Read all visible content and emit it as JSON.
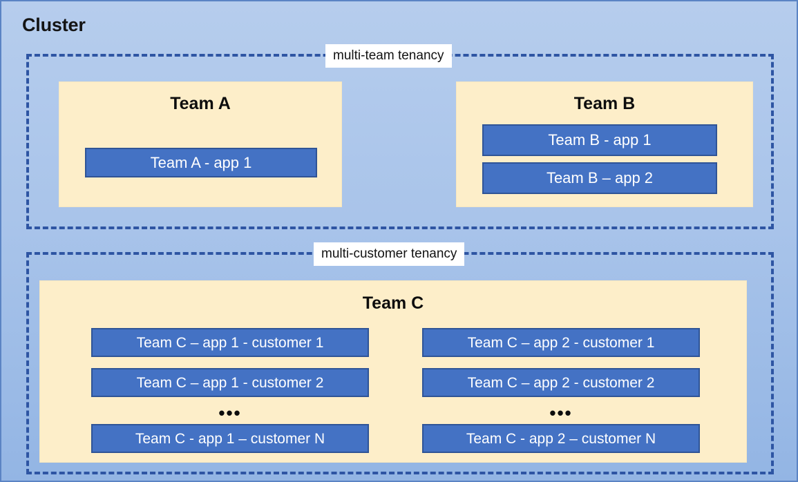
{
  "diagram": {
    "title": "Cluster",
    "zones": [
      {
        "id": "multi-team",
        "label": "multi-team tenancy"
      },
      {
        "id": "multi-customer",
        "label": "multi-customer tenancy"
      }
    ],
    "teams": [
      {
        "id": "team-a",
        "title": "Team A",
        "apps": [
          "Team A - app 1"
        ]
      },
      {
        "id": "team-b",
        "title": "Team B",
        "apps": [
          "Team B - app 1",
          "Team B – app 2"
        ]
      },
      {
        "id": "team-c",
        "title": "Team C",
        "columns": [
          {
            "id": "app-1",
            "items": [
              "Team C – app 1 - customer 1",
              "Team C – app 1 - customer 2"
            ],
            "ellipsis": "•••",
            "last": "Team C - app 1 – customer N"
          },
          {
            "id": "app-2",
            "items": [
              "Team C – app 2 - customer 1",
              "Team C – app 2 - customer 2"
            ],
            "ellipsis": "•••",
            "last": "Team C - app 2 – customer N"
          }
        ]
      }
    ],
    "colors": {
      "canvas_background_top": "#b6cded",
      "canvas_background_bottom": "#93b5e4",
      "canvas_border": "#5b84c4",
      "zone_dashed_border": "#2e55a3",
      "team_panel_fill": "#fdeec9",
      "app_box_fill": "#4472c4",
      "app_box_border": "#2f5496",
      "app_box_text": "#ffffff",
      "heading_text": "#0d0d0d",
      "zone_label_background": "#ffffff"
    }
  }
}
